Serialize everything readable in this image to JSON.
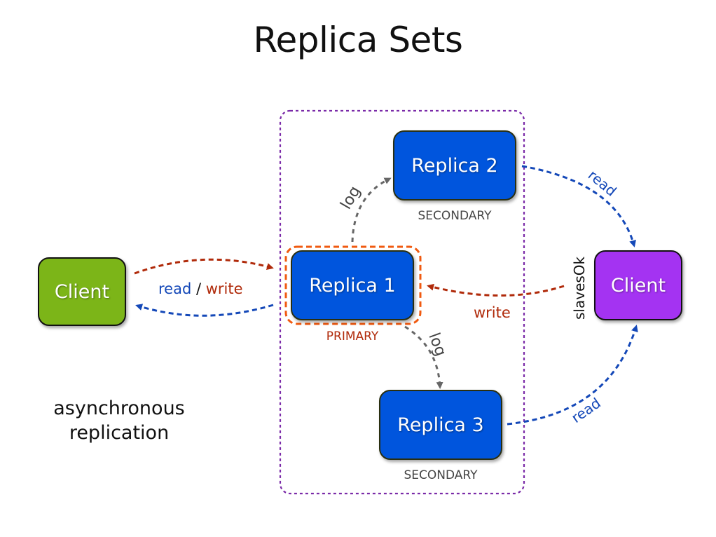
{
  "title": "Replica Sets",
  "colors": {
    "replica": "#0055dd",
    "client_left": "#7cb518",
    "client_right": "#a433f2",
    "read": "#1448b8",
    "write": "#b02a0a",
    "log": "#666666",
    "primary_outline": "#f05a10",
    "set_boundary": "#7a2aa8"
  },
  "nodes": {
    "replica1": {
      "label": "Replica 1",
      "role": "PRIMARY"
    },
    "replica2": {
      "label": "Replica 2",
      "role": "SECONDARY"
    },
    "replica3": {
      "label": "Replica 3",
      "role": "SECONDARY"
    },
    "client_left": {
      "label": "Client"
    },
    "client_right": {
      "label": "Client"
    }
  },
  "edges": {
    "client_rw": {
      "read": "read",
      "sep": "/",
      "write": "write"
    },
    "log_to_replica2": "log",
    "log_to_replica3": "log",
    "replica2_read": "read",
    "replica3_read": "read",
    "client_write": "write",
    "slaves_ok": "slavesOk"
  },
  "note": {
    "line1": "asynchronous",
    "line2": "replication"
  }
}
